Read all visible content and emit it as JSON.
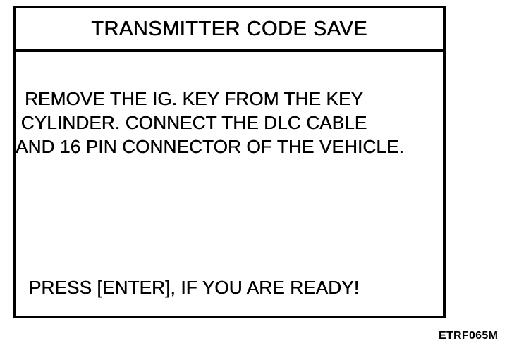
{
  "screen": {
    "title": "TRANSMITTER CODE SAVE",
    "body_lines": [
      "REMOVE THE IG. KEY FROM THE KEY",
      "CYLINDER. CONNECT THE DLC CABLE",
      "AND 16 PIN CONNECTOR OF THE VEHICLE."
    ],
    "prompt": "PRESS [ENTER], IF YOU ARE READY!"
  },
  "figure": {
    "reference_code": "ETRF065M"
  },
  "colors": {
    "foreground": "#000000",
    "background": "#ffffff"
  }
}
